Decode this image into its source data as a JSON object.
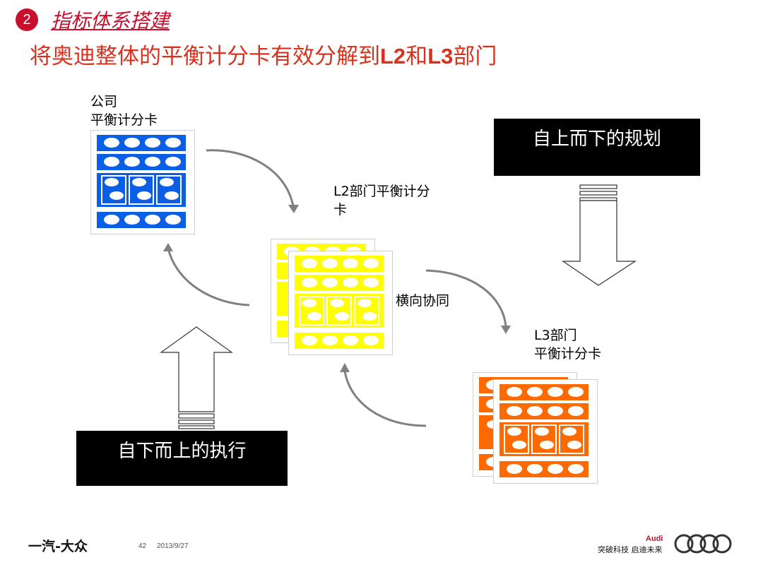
{
  "header": {
    "badge_number": "2",
    "section_title": "指标体系搭建",
    "slide_title_parts": [
      "将奥迪整体的平衡计分卡有效分解到",
      "L2",
      "和",
      "L3",
      "部门"
    ]
  },
  "labels": {
    "company_line1": "公司",
    "company_line2": "平衡计分卡",
    "l2_line1": "L2部门平衡计分",
    "l2_line2": "卡",
    "lateral": "横向协同",
    "l3_line1": "L3部门",
    "l3_line2": "平衡计分卡"
  },
  "boxes": {
    "top_down": "自上而下的规划",
    "bottom_up": "自下而上的执行"
  },
  "colors": {
    "accent_red": "#c8102e",
    "company_card": "#0a5fe6",
    "l2_card": "#ffff00",
    "l3_card": "#ff6a00",
    "curve_arrow": "#808080"
  },
  "footer": {
    "brand_left": "一汽-大众",
    "page_number": "42",
    "date": "2013/9/27",
    "audi": "Audi",
    "slogan": "突破科技 启迪未来"
  }
}
